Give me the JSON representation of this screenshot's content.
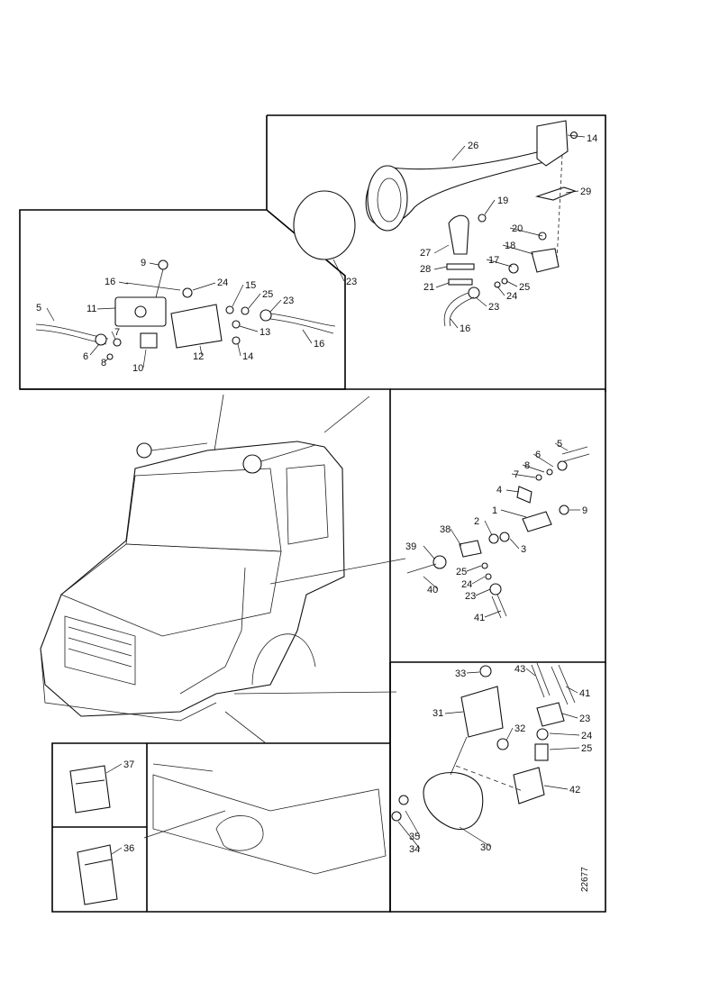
{
  "figure_number": "22677",
  "callouts": {
    "p1": [
      {
        "label": "26"
      },
      {
        "label": "14"
      },
      {
        "label": "29"
      },
      {
        "label": "19"
      },
      {
        "label": "20"
      },
      {
        "label": "18"
      },
      {
        "label": "17"
      },
      {
        "label": "27"
      },
      {
        "label": "28"
      },
      {
        "label": "21"
      },
      {
        "label": "24"
      },
      {
        "label": "25"
      },
      {
        "label": "23"
      },
      {
        "label": "16"
      },
      {
        "label": "23"
      }
    ],
    "p2": [
      {
        "label": "9"
      },
      {
        "label": "16"
      },
      {
        "label": "24"
      },
      {
        "label": "15"
      },
      {
        "label": "25"
      },
      {
        "label": "23"
      },
      {
        "label": "5"
      },
      {
        "label": "11"
      },
      {
        "label": "6"
      },
      {
        "label": "7"
      },
      {
        "label": "8"
      },
      {
        "label": "10"
      },
      {
        "label": "12"
      },
      {
        "label": "13"
      },
      {
        "label": "14"
      },
      {
        "label": "16"
      }
    ],
    "p3": [
      {
        "label": "5"
      },
      {
        "label": "6"
      },
      {
        "label": "8"
      },
      {
        "label": "7"
      },
      {
        "label": "4"
      },
      {
        "label": "1"
      },
      {
        "label": "9"
      },
      {
        "label": "2"
      },
      {
        "label": "38"
      },
      {
        "label": "3"
      },
      {
        "label": "39"
      },
      {
        "label": "25"
      },
      {
        "label": "40"
      },
      {
        "label": "24"
      },
      {
        "label": "23"
      },
      {
        "label": "41"
      }
    ],
    "p4": [
      {
        "label": "33"
      },
      {
        "label": "43"
      },
      {
        "label": "41"
      },
      {
        "label": "31"
      },
      {
        "label": "23"
      },
      {
        "label": "32"
      },
      {
        "label": "24"
      },
      {
        "label": "25"
      },
      {
        "label": "42"
      },
      {
        "label": "35"
      },
      {
        "label": "34"
      },
      {
        "label": "30"
      }
    ],
    "p5": [
      {
        "label": "37"
      },
      {
        "label": "36"
      }
    ]
  }
}
